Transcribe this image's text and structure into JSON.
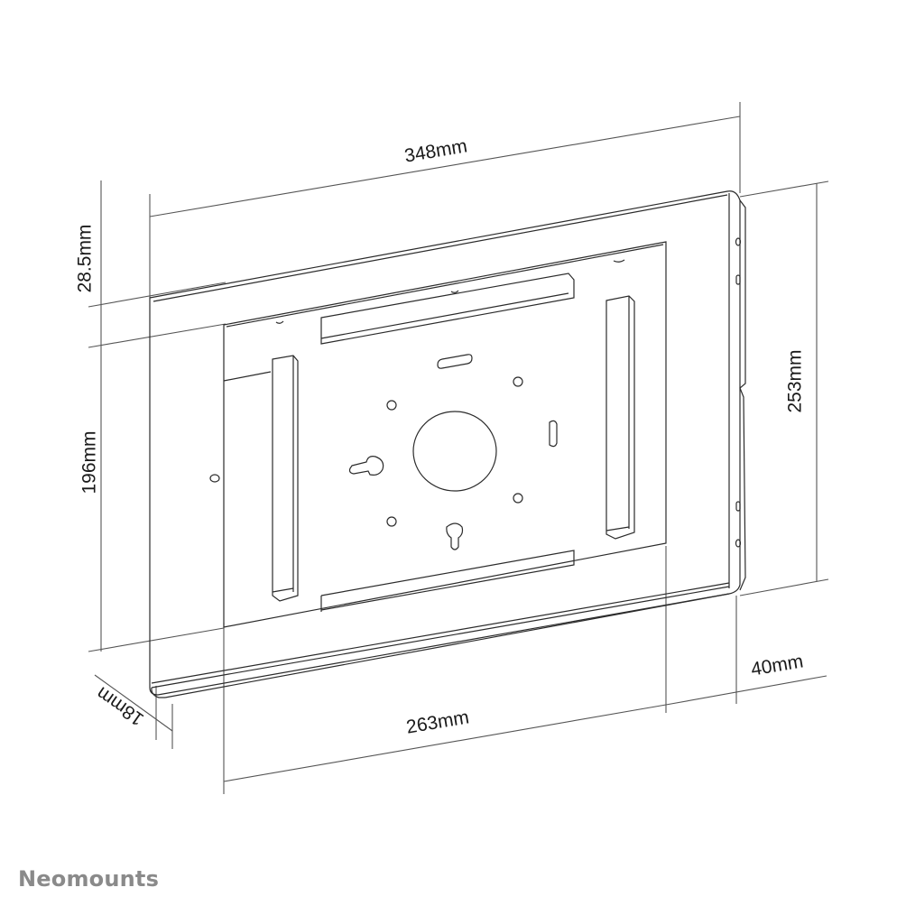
{
  "diagram": {
    "subject": "Wall-mounted tablet enclosure (front view, isometric line drawing)",
    "colors": {
      "line": "#2b2b2b",
      "dimension_line": "#555555",
      "label": "#1a1a1a",
      "brand": "#8a8a8a",
      "background": "#ffffff"
    },
    "dimensions": {
      "total_width": "348mm",
      "total_height": "253mm",
      "top_bezel": "28.5mm",
      "inner_height": "196mm",
      "inner_width": "263mm",
      "depth": "18mm",
      "side_margin": "40mm"
    },
    "features": [
      "central round cable opening",
      "keyhole slots",
      "mounting holes (4)",
      "horizontal slot (top)",
      "vertical slot (right)",
      "left and right vertical rails",
      "top horizontal rail",
      "side lock holes"
    ]
  },
  "brand": {
    "name": "Neomounts"
  }
}
